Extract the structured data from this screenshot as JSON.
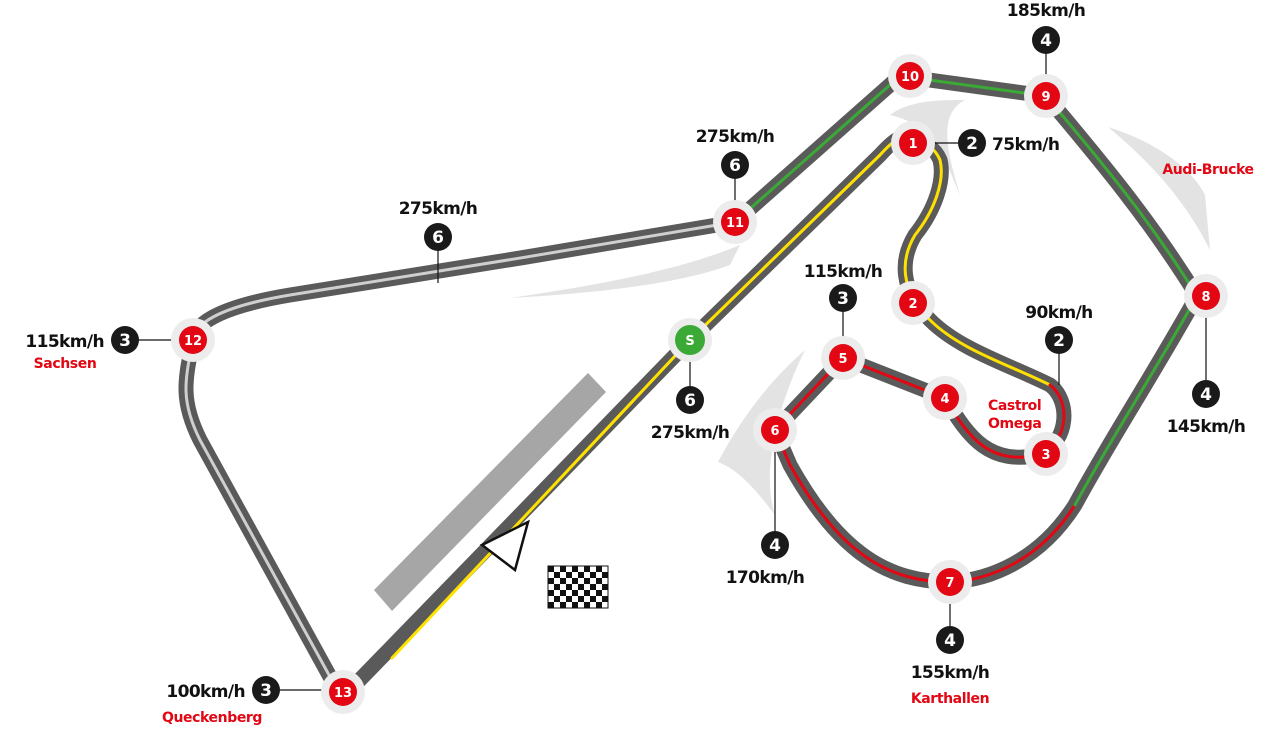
{
  "colors": {
    "track_outer": "#5a5a5a",
    "track_inner": "#7a7a7a",
    "sector_red": "#e30613",
    "sector_yellow": "#ffe100",
    "sector_green": "#3aa935",
    "turn_marker": "#e30613",
    "start_marker": "#3aa935",
    "gear_marker": "#1a1a1a",
    "corner_name": "#e30613",
    "speed_text": "#111111",
    "grandstand": "#a6a6a6",
    "shade": "#e3e3e3"
  },
  "start": {
    "label": "S",
    "gear": "6",
    "speed": "275km/h"
  },
  "turns": [
    {
      "number": "1",
      "gear": "2",
      "speed": "75km/h",
      "name": ""
    },
    {
      "number": "2",
      "gear": "",
      "speed": "",
      "name": ""
    },
    {
      "number": "3",
      "gear": "2",
      "speed": "90km/h",
      "name": ""
    },
    {
      "number": "4",
      "gear": "",
      "speed": "",
      "name": "Castrol Omega"
    },
    {
      "number": "5",
      "gear": "3",
      "speed": "115km/h",
      "name": ""
    },
    {
      "number": "6",
      "gear": "4",
      "speed": "170km/h",
      "name": ""
    },
    {
      "number": "7",
      "gear": "4",
      "speed": "155km/h",
      "name": "Karthallen"
    },
    {
      "number": "8",
      "gear": "4",
      "speed": "145km/h",
      "name": ""
    },
    {
      "number": "9",
      "gear": "4",
      "speed": "185km/h",
      "name": ""
    },
    {
      "number": "10",
      "gear": "",
      "speed": "",
      "name": ""
    },
    {
      "number": "11",
      "gear": "6",
      "speed": "275km/h",
      "name": ""
    },
    {
      "number": "12",
      "gear": "3",
      "speed": "115km/h",
      "name": "Sachsen"
    },
    {
      "number": "13",
      "gear": "3",
      "speed": "100km/h",
      "name": "Queckenberg"
    }
  ],
  "straight_marker": {
    "gear": "6",
    "speed": "275km/h"
  },
  "landmarks": {
    "bridge": "Audi-Brucke"
  },
  "icons": {
    "finish": "checkered-flag-icon",
    "direction": "direction-arrow-icon"
  }
}
